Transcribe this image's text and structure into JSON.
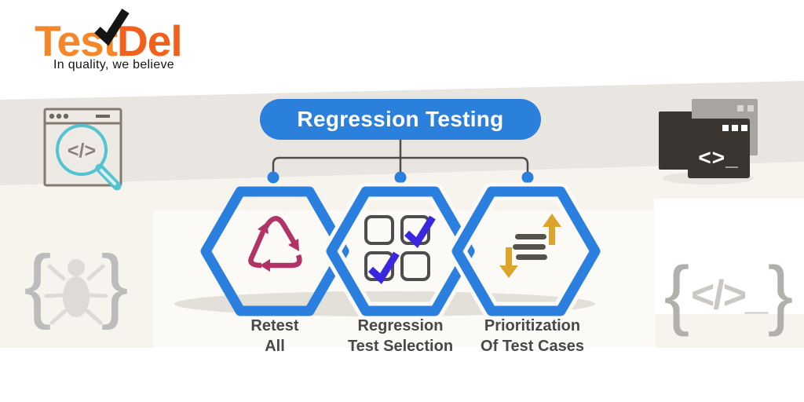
{
  "brand": {
    "name_part1": "Test",
    "name_part2": "Del",
    "tagline": "In quality, we believe",
    "colors": {
      "orange_light": "#f6862a",
      "orange_dark": "#f2601c",
      "checkmark": "#141414"
    }
  },
  "diagram": {
    "title": "Regression Testing",
    "nodes": [
      {
        "id": "retest-all",
        "label_line1": "Retest",
        "label_line2": "All",
        "icon": "recycle-icon",
        "icon_color": "#b23366"
      },
      {
        "id": "regression-test-selection",
        "label_line1": "Regression",
        "label_line2": "Test Selection",
        "icon": "checkbox-grid-icon",
        "icon_color": "#3a28e0"
      },
      {
        "id": "prioritization-of-test-cases",
        "label_line1": "Prioritization",
        "label_line2": "Of Test Cases",
        "icon": "priority-arrows-icon",
        "icon_color": "#dca32d"
      }
    ],
    "colors": {
      "hexagon": "#2b7fde",
      "title_bg": "#2b80dc",
      "connector": "#4c4c4c",
      "label_text": "#484848"
    }
  },
  "decorations": {
    "left_browser": {
      "icon": "browser-code-search-icon",
      "code_glyph": "</>"
    },
    "right_windows": {
      "icon": "stacked-code-windows-icon",
      "code_glyph": "<>_"
    },
    "left_braces": {
      "icon": "bug-in-braces-icon",
      "open": "{",
      "close": "}"
    },
    "right_braces": {
      "icon": "code-in-braces-icon",
      "open": "{",
      "close": "}",
      "code_glyph": "</>_"
    }
  }
}
